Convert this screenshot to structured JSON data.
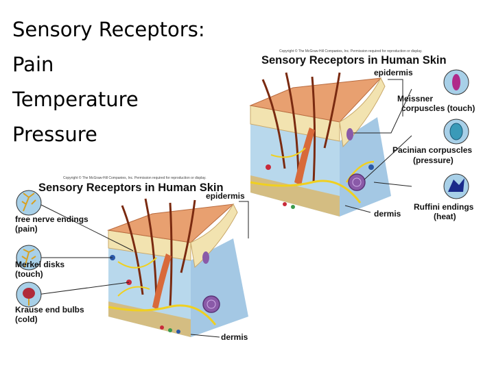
{
  "slide": {
    "bullets": [
      "Sensory Receptors:",
      "Pain",
      "Temperature",
      "Pressure"
    ]
  },
  "figure_right": {
    "copyright": "Copyright © The McGraw-Hill Companies, Inc. Permission required for reproduction or display.",
    "title": "Sensory Receptors in Human Skin",
    "labels": {
      "epidermis": "epidermis",
      "meissner_1": "Meissner",
      "meissner_2": "corpuscles (touch)",
      "pacinian_1": "Pacinian corpuscles",
      "pacinian_2": "(pressure)",
      "dermis": "dermis",
      "ruffini_1": "Ruffini endings",
      "ruffini_2": "(heat)"
    }
  },
  "figure_left": {
    "copyright": "Copyright © The McGraw-Hill Companies, Inc. Permission required for reproduction or display.",
    "title": "Sensory Receptors in Human Skin",
    "labels": {
      "epidermis": "epidermis",
      "free_nerve_1": "free nerve endings",
      "free_nerve_2": "(pain)",
      "merkel_1": "Merkel disks",
      "merkel_2": "(touch)",
      "krause_1": "Krause end bulbs",
      "krause_2": "(cold)",
      "dermis": "dermis"
    }
  },
  "colors": {
    "skin_top": "#e8a070",
    "epidermis": "#f2e3b0",
    "dermis": "#b8d8ec",
    "nerve": "#f0d020",
    "hair": "#7a2a10",
    "fat": "#d8b870",
    "corpuscle": "#8a5aa8",
    "inset_bg": "#a8d0e8"
  }
}
